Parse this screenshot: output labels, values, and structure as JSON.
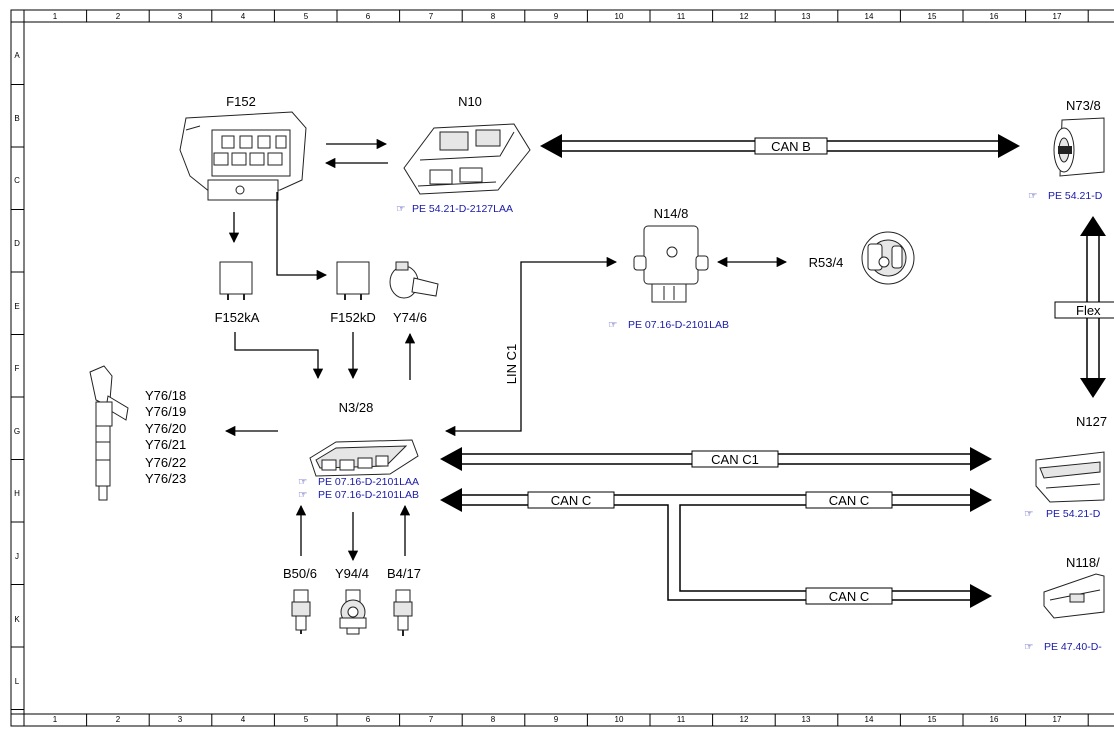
{
  "grid": {
    "columns": [
      "1",
      "2",
      "3",
      "4",
      "5",
      "6",
      "7",
      "8",
      "9",
      "10",
      "11",
      "12",
      "13",
      "14",
      "15",
      "16",
      "17"
    ],
    "rows": [
      "A",
      "B",
      "C",
      "D",
      "E",
      "F",
      "G",
      "H",
      "J",
      "K",
      "L"
    ]
  },
  "components": {
    "f152": "F152",
    "n10": "N10",
    "n73": "N73/8",
    "n14": "N14/8",
    "r53": "R53/4",
    "f152ka": "F152kA",
    "f152kd": "F152kD",
    "y746": "Y74/6",
    "n328": "N3/28",
    "y76": [
      "Y76/18",
      "Y76/19",
      "Y76/20",
      "Y76/21",
      "Y76/22",
      "Y76/23"
    ],
    "n127": "N127",
    "n118": "N118/",
    "b506": "B50/6",
    "y944": "Y94/4",
    "b417": "B4/17"
  },
  "buses": {
    "can_b": "CAN B",
    "can_c1": "CAN C1",
    "can_c": "CAN C",
    "lin_c1": "LIN C1",
    "flex": "Flex"
  },
  "refs": {
    "n10_ref": "PE 54.21-D-2127LAA",
    "n73_ref": "PE 54.21-D",
    "n14_ref": "PE 07.16-D-2101LAB",
    "n328_ref1": "PE 07.16-D-2101LAA",
    "n328_ref2": "PE 07.16-D-2101LAB",
    "n127_ref": "PE 54.21-D",
    "n118_ref": "PE 47.40-D-"
  }
}
